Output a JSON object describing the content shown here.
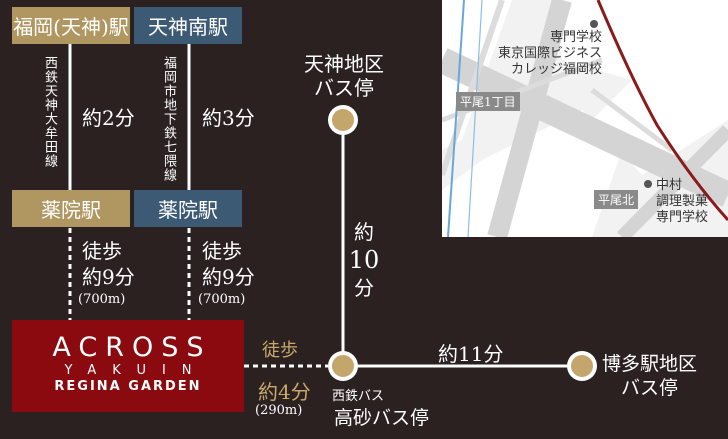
{
  "stations": {
    "fukuoka_tenjin": "福岡(天神)駅",
    "tenjin_minami": "天神南駅",
    "yakuin_left": "薬院駅",
    "yakuin_right": "薬院駅"
  },
  "lines": {
    "nishitetsu": "西鉄天神大牟田線",
    "subway": "福岡市地下鉄七隈線"
  },
  "durations": {
    "left_rail": "約2分",
    "right_rail": "約3分"
  },
  "walks": {
    "left": {
      "label": "徒歩",
      "time": "約9分",
      "distance": "(700m)"
    },
    "right": {
      "label": "徒歩",
      "time": "約9分",
      "distance": "(700m)"
    },
    "bus_stop": {
      "label": "徒歩",
      "time": "約4分",
      "distance": "(290m)"
    }
  },
  "logo": {
    "line1": "ACROSS",
    "line2": "YAKUIN",
    "line3": "REGINA GARDEN"
  },
  "bus_stops": {
    "tenjin": [
      "天神地区",
      "バス停"
    ],
    "takasago_line": "西鉄バス",
    "takasago_name": "高砂バス停",
    "hakata": [
      "博多駅地区",
      "バス停"
    ]
  },
  "bus_times": {
    "tenjin_prefix": "約",
    "tenjin_num": "10",
    "tenjin_suffix": "分",
    "hakata": "約11分"
  },
  "map": {
    "school1": [
      "専門学校",
      "東京国際ビジネス",
      "カレッジ福岡校"
    ],
    "intersection1": "平尾1丁目",
    "intersection2": "平尾北",
    "school2": [
      "中村",
      "調理製菓",
      "専門学校"
    ]
  },
  "colors": {
    "background": "#2a2120",
    "gold": "#b09660",
    "blue": "#3d5a74",
    "logo_red": "#8b0a0f",
    "stop_marker": "#c4a56a"
  }
}
